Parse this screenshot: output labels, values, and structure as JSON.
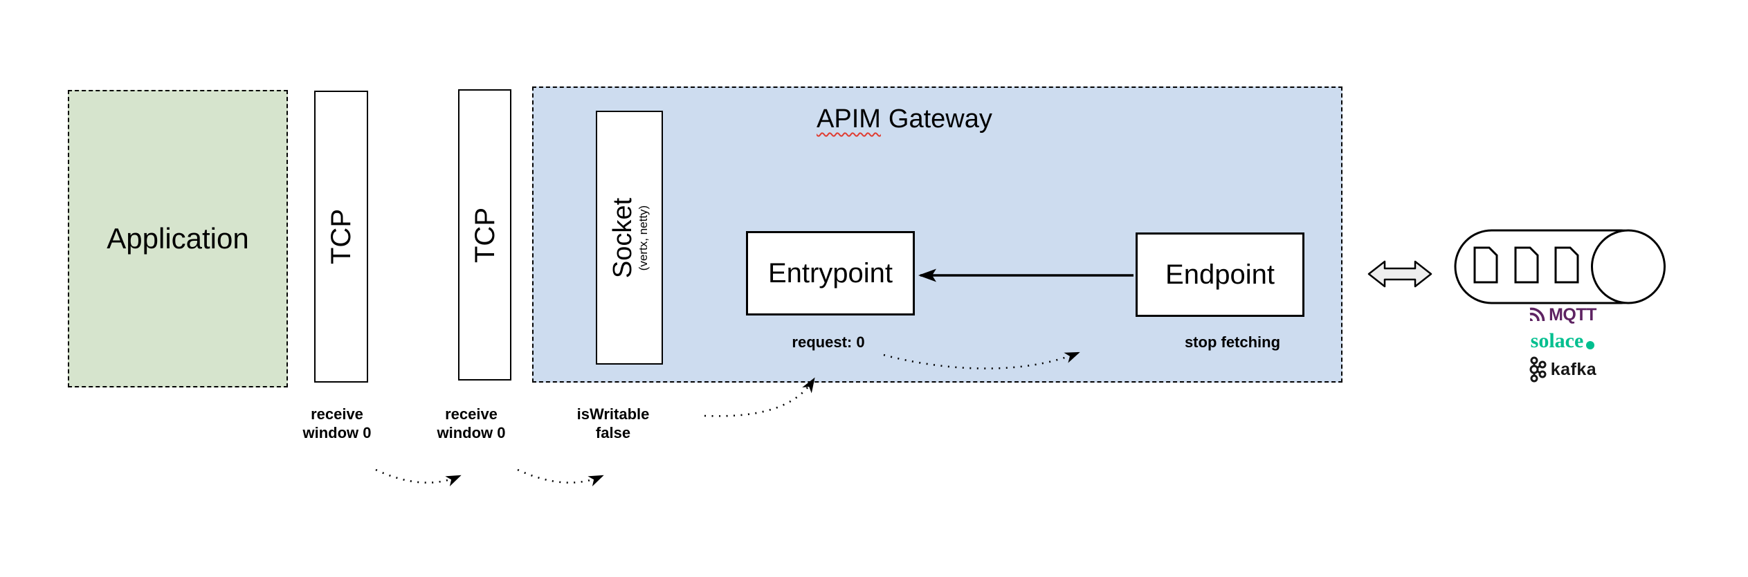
{
  "colors": {
    "application_fill": "#d6e4cd",
    "gateway_fill": "#cddcef",
    "box_stroke": "#000000",
    "spellcheck_red": "#e03c31",
    "double_arrow_fill": "#eeeeee",
    "mqtt_purple": "#5e2362",
    "solace_green": "#00bf8f",
    "kafka_black": "#161616"
  },
  "nodes": {
    "application": {
      "label": "Application"
    },
    "tcp_left": {
      "label": "TCP"
    },
    "tcp_right": {
      "label": "TCP"
    },
    "gateway": {
      "title_word": "APIM",
      "title_rest": "Gateway"
    },
    "socket": {
      "label": "Socket",
      "sublabel": "(vertx, netty)"
    },
    "entrypoint": {
      "label": "Entrypoint"
    },
    "endpoint": {
      "label": "Endpoint"
    }
  },
  "annotations": {
    "request": "request: 0",
    "stop_fetching": "stop fetching",
    "receive_window_left": {
      "line1": "receive",
      "line2": "window 0"
    },
    "receive_window_right": {
      "line1": "receive",
      "line2": "window 0"
    },
    "is_writable": {
      "line1": "isWritable",
      "line2": "false"
    }
  },
  "brokers": {
    "mqtt": {
      "label": "MQTT"
    },
    "solace": {
      "label": "solace"
    },
    "kafka": {
      "label": "kafka"
    }
  },
  "icons": {
    "mqtt_signal_icon": "signal-arcs",
    "solace_dot_icon": "filled-circle",
    "kafka_logo_icon": "kafka-node-graph",
    "message_queue_icon": "capsule-with-messages",
    "double_arrow_icon": "left-right-arrow",
    "endpoint_to_entrypoint_icon": "solid-left-arrow",
    "dotted_arrow_icon": "dotted-curved-arrow"
  }
}
